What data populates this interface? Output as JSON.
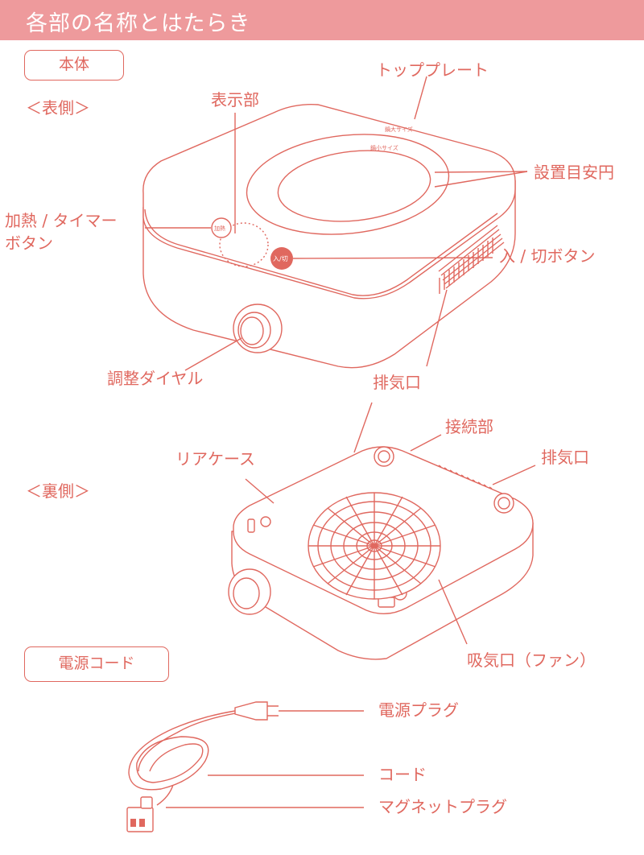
{
  "header": {
    "title": "各部の名称とはたらき",
    "bg_color": "#ee9a9c",
    "accent_color": "#e0685f"
  },
  "sections": {
    "body": "本体",
    "cord": "電源コード"
  },
  "views": {
    "front": "＜表側＞",
    "back": "＜裏側＞"
  },
  "front_labels": {
    "top_plate": "トッププレート",
    "display": "表示部",
    "guide_circle": "設置目安円",
    "heat_timer_button_line1": "加熱 / タイマー",
    "heat_timer_button_line2": "ボタン",
    "power_button": "入 / 切ボタン",
    "dial": "調整ダイヤル",
    "exhaust": "排気口"
  },
  "back_labels": {
    "connection": "接続部",
    "rear_case": "リアケース",
    "exhaust": "排気口",
    "intake_fan": "吸気口（ファン）"
  },
  "cord_labels": {
    "plug": "電源プラグ",
    "cord": "コード",
    "magnet_plug": "マグネットプラグ"
  },
  "device_marks": {
    "plate_text_large": "鍋大サイズ",
    "plate_text_small": "鍋小サイズ",
    "heat_button_text": "加熱",
    "power_button_text": "入/切"
  }
}
